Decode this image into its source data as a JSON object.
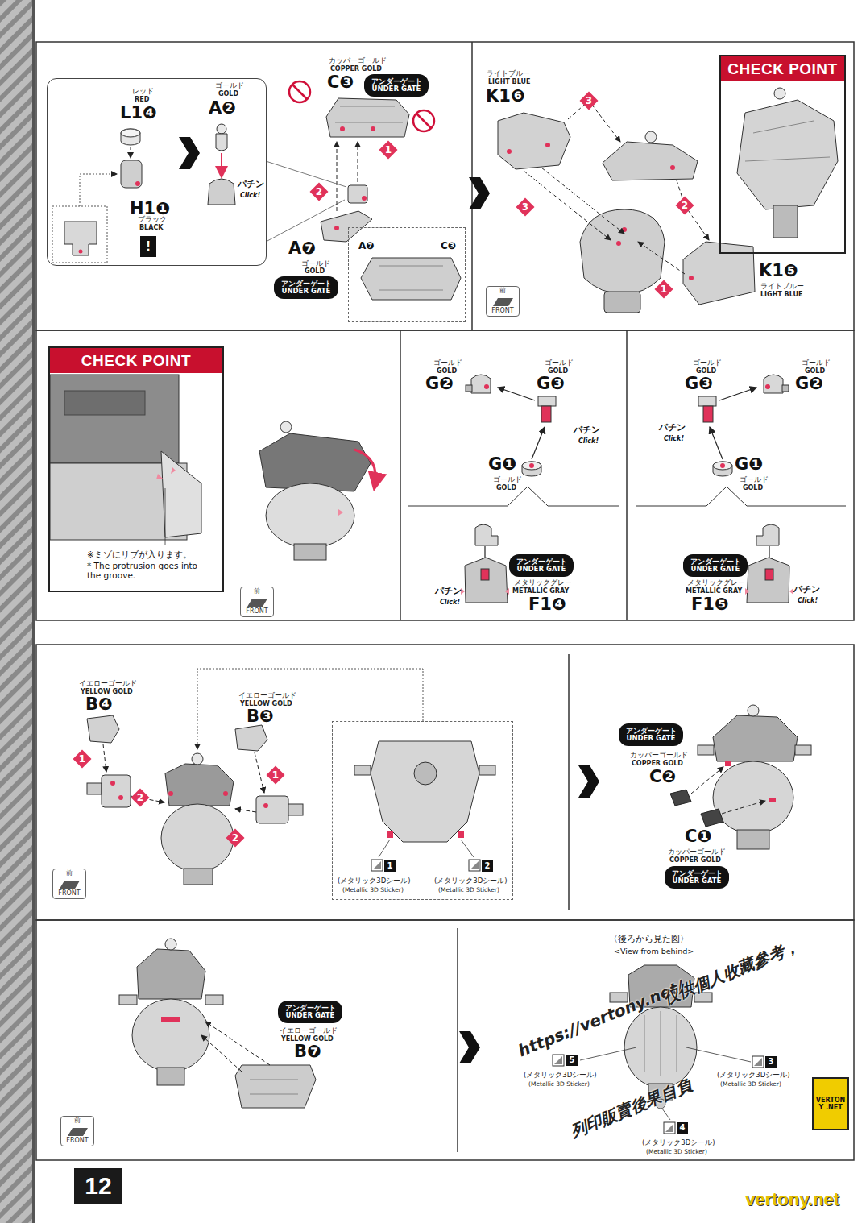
{
  "diagram": {
    "nodes": [
      {
        "text": [
          "レッド",
          "RED",
          "L1❹",
          "H1❶",
          "ブラック",
          "BLACK",
          "ゴールド",
          "GOLD",
          "A❷",
          "パチン",
          "Click!"
        ]
      },
      {
        "text": [
          "!"
        ],
        "in": 0
      },
      {
        "text": [
          "アンダーゲート",
          "UNDER GATE"
        ]
      },
      {
        "text": [
          "1"
        ]
      },
      {
        "text": [
          "2"
        ]
      },
      {
        "text": [
          "アンダーゲート",
          "UNDER GATE"
        ]
      },
      {
        "text": [
          "A❼",
          "C❸"
        ]
      },
      {
        "text": [
          "3"
        ]
      },
      {
        "text": [
          "2"
        ]
      },
      {
        "text": [
          "3"
        ]
      },
      {
        "text": [
          "1"
        ]
      },
      {
        "text": [
          "前",
          "FRONT"
        ]
      },
      {
        "text": [
          "CHECK POINT"
        ]
      },
      {
        "text": [
          "CHECK POINT",
          "※ミゾにリブが入ります。",
          "* The protrusion goes into the groove."
        ]
      },
      {
        "text": [
          "前",
          "FRONT"
        ]
      },
      {
        "text": [
          "アンダーゲート",
          "UNDER GATE"
        ]
      },
      {
        "text": [
          "アンダーゲート",
          "UNDER GATE"
        ]
      },
      {
        "text": [
          "1"
        ]
      },
      {
        "text": [
          "2"
        ]
      },
      {
        "text": [
          "1"
        ]
      },
      {
        "text": [
          "2"
        ]
      },
      {
        "text": [
          "前",
          "FRONT"
        ]
      },
      {
        "text": [
          "(メタリック3Dシール)",
          "(Metallic 3D Sticker)",
          "(メタリック3Dシール)",
          "(Metallic 3D Sticker)"
        ]
      },
      {
        "text": [
          "1"
        ],
        "in": 22
      },
      {
        "text": [
          "2"
        ],
        "in": 22
      },
      {
        "text": [
          "アンダーゲート",
          "UNDER GATE"
        ]
      },
      {
        "text": [
          "アンダーゲート",
          "UNDER GATE"
        ]
      },
      {
        "text": [
          "アンダーゲート",
          "UNDER GATE"
        ]
      },
      {
        "text": [
          "前",
          "FRONT"
        ]
      },
      {
        "text": [
          "5"
        ]
      },
      {
        "text": [
          "3"
        ]
      },
      {
        "text": [
          "4"
        ]
      },
      {
        "text": [
          "12"
        ]
      },
      {
        "text": [
          "VERTONY .NET"
        ]
      }
    ],
    "labels": [
      "カッパーゴールド",
      "COPPER GOLD",
      "C❸",
      "A❼",
      "ゴールド",
      "GOLD",
      "ライトブルー",
      "LIGHT BLUE",
      "K1❻",
      "K1❺",
      "ライトブルー",
      "LIGHT BLUE",
      "ゴールド",
      "GOLD",
      "G❷",
      "ゴールド",
      "GOLD",
      "G❸",
      "パチン",
      "Click!",
      "G❶",
      "ゴールド",
      "GOLD",
      "メタリックグレー",
      "METALLIC GRAY",
      "F1❹",
      "パチン",
      "Click!",
      "ゴールド",
      "GOLD",
      "G❸",
      "ゴールド",
      "GOLD",
      "G❷",
      "パチン",
      "Click!",
      "G❶",
      "ゴールド",
      "GOLD",
      "メタリックグレー",
      "METALLIC GRAY",
      "F1❺",
      "パチン",
      "Click!",
      "イエローゴールド",
      "YELLOW GOLD",
      "B❹",
      "イエローゴールド",
      "YELLOW GOLD",
      "B❸",
      "カッパーゴールド",
      "COPPER GOLD",
      "C❷",
      "C❶",
      "カッパーゴールド",
      "COPPER GOLD",
      "イエローゴールド",
      "YELLOW GOLD",
      "B❼",
      "〈後ろから見た図〉",
      "<View from behind>",
      "(メタリック3Dシール)",
      "(Metallic 3D Sticker)",
      "(メタリック3Dシール)",
      "(Metallic 3D Sticker)",
      "(メタリック3Dシール)",
      "(Metallic 3D Sticker)",
      "https://vertony.net/",
      "仅供個人收藏參考，",
      "列印販賣後果自負",
      "vertony.net"
    ]
  }
}
